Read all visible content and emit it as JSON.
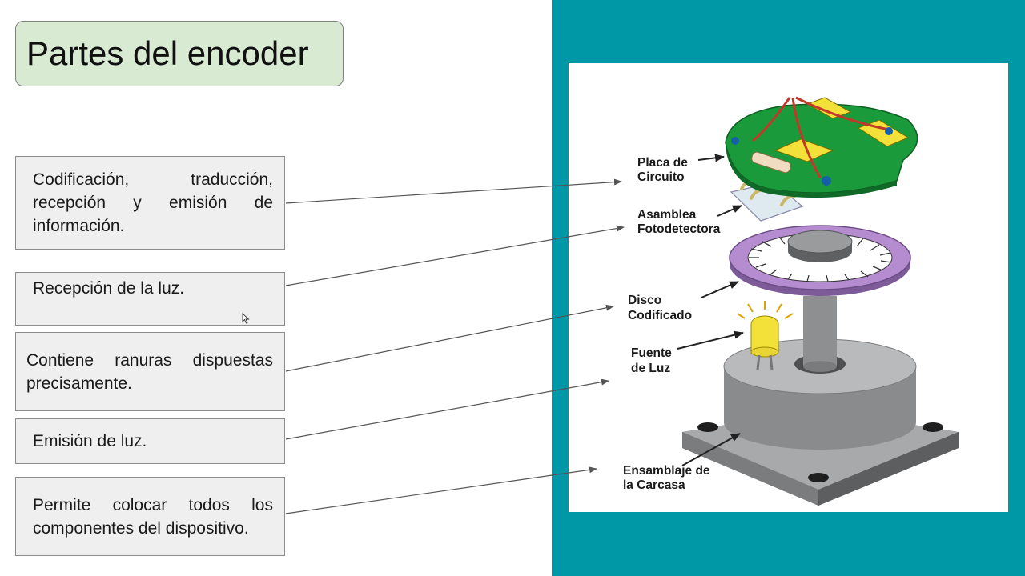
{
  "slide": {
    "title": "Partes del encoder",
    "descriptions": [
      "Codificación, traducción, recepción y emisión de información.",
      "Recepción de la luz.",
      "Contiene ranuras dispuestas precisamente.",
      "Emisión de luz.",
      "Permite colocar todos los componentes del dispositivo."
    ]
  },
  "diagram": {
    "labels": {
      "placa_1": "Placa de",
      "placa_2": "Circuito",
      "asamblea_1": "Asamblea",
      "asamblea_2": "Fotodetectora",
      "disco_1": "Disco",
      "disco_2": "Codificado",
      "fuente_1": "Fuente",
      "fuente_2": "de Luz",
      "ensamblaje_1": "Ensamblaje de",
      "ensamblaje_2": "la Carcasa"
    }
  },
  "colors": {
    "title_bg": "#d9ead3",
    "panel": "#0097a7",
    "box_bg": "#efefef",
    "pcb": "#1a9a3a",
    "disc": "#b58fd0",
    "led": "#f3e13a"
  }
}
